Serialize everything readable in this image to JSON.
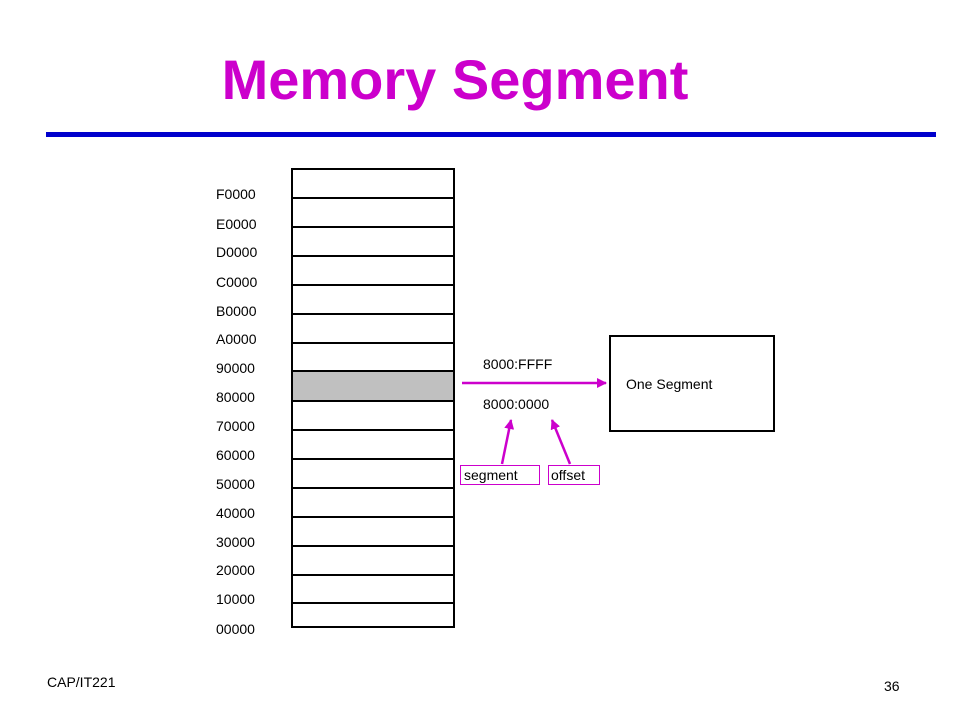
{
  "slide": {
    "title": "Memory Segment",
    "footer_left": "CAP/IT221",
    "page_number": "36"
  },
  "memory_map": {
    "addresses": [
      "F0000",
      "E0000",
      "D0000",
      "C0000",
      "B0000",
      "A0000",
      "90000",
      "80000",
      "70000",
      "60000",
      "50000",
      "40000",
      "30000",
      "20000",
      "10000",
      "00000"
    ],
    "highlighted_address": "80000"
  },
  "segment": {
    "upper_address": "8000:FFFF",
    "lower_address": "8000:0000",
    "box_label": "One Segment",
    "segment_tag": "segment",
    "offset_tag": "offset"
  },
  "colors": {
    "title": "#cc00cc",
    "rule": "#0000cc",
    "arrow": "#cc00cc",
    "highlight": "#c0c0c0"
  }
}
